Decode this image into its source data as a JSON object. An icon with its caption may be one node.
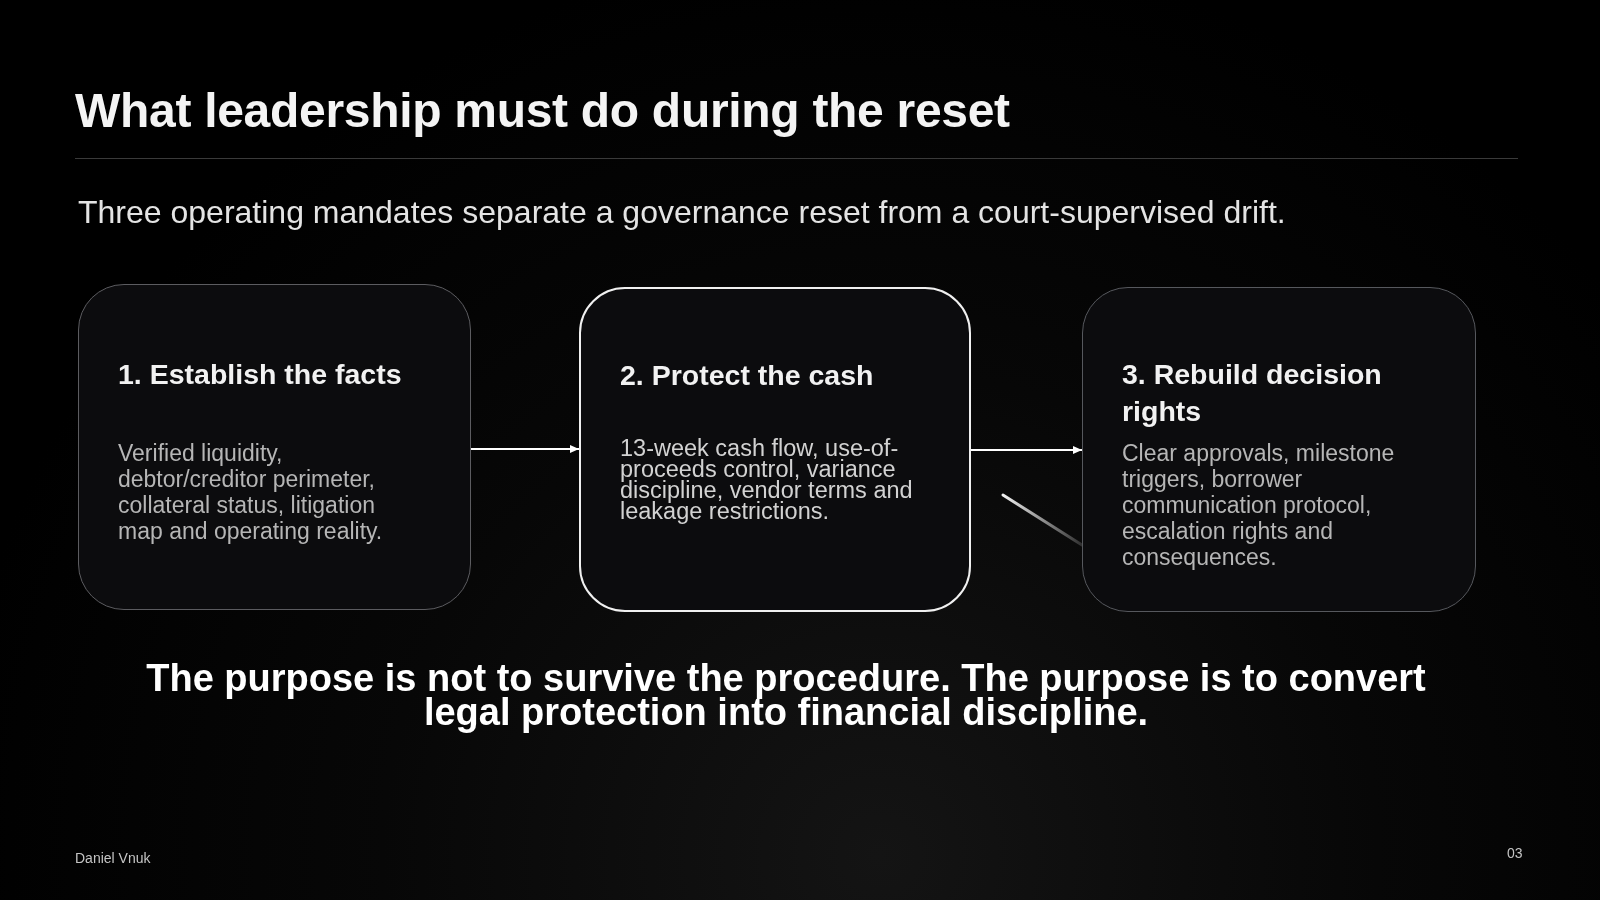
{
  "diagram": {
    "title": "What leadership must do during the reset",
    "nodes": [
      {
        "text": [
          "1. Establish the facts",
          "Verified liquidity, debtor/creditor perimeter, collateral status, litigation map and operating reality."
        ]
      },
      {
        "text": [
          "2. Protect the cash",
          "13-week cash flow, use-of-proceeds control, variance discipline, vendor terms and leakage restrictions."
        ]
      },
      {
        "text": [
          "3. Rebuild decision rights",
          "Clear approvals, milestone triggers, borrower communication protocol, escalation rights and consequences."
        ]
      }
    ],
    "edges": [
      {
        "from": 0,
        "to": 1,
        "arrow": "to"
      },
      {
        "from": 1,
        "to": 2,
        "arrow": "to"
      }
    ],
    "labels": [
      "Three operating mandates separate a governance reset from a court-supervised drift.",
      "The purpose is not to survive the procedure. The purpose is to convert legal protection into financial discipline.",
      "Daniel Vnuk",
      "03"
    ]
  }
}
